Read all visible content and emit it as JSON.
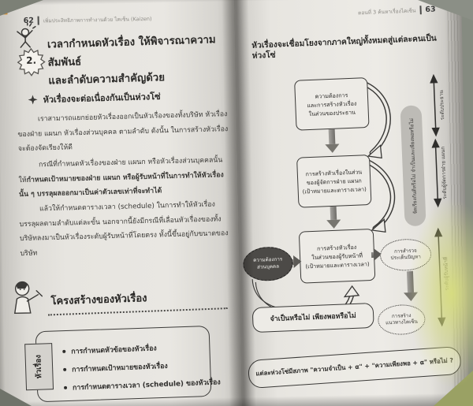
{
  "book": {
    "left_page": {
      "page_number": "62",
      "running_header": "เพิ่มประสิทธิภาพการทำงานด้วย ไคเซ็น (Kaizen)",
      "section_number": "2.",
      "heading_line1": "เวลากำหนดหัวเรื่อง ให้พิจารณาความสัมพันธ์",
      "heading_line2": "และลำดับความสำคัญด้วย",
      "subheading": "หัวเรื่องจะต่อเนื่องกันเป็นห่วงโซ่",
      "paragraph1": "เราสามารถแยกย่อยหัวเรื่องออกเป็นหัวเรื่องของทั้งบริษัท หัวเรื่องของฝ่าย แผนก หัวเรื่องส่วนบุคคล ตามลำดับ ดังนั้น ในการสร้างหัวเรื่องจะต้องจัดเรียงให้ดี",
      "paragraph2_normal": "กรณีที่กำหนดหัวเรื่องของฝ่าย แผนก หรือหัวเรื่องส่วนบุคคลนั้น ให้",
      "paragraph2_bold": "กำหนดเป้าหมายของฝ่าย แผนก หรือผู้รับหน้าที่ในการทำให้หัวเรื่องนั้น ๆ บรรลุผลออกมาเป็นค่าตัวเลขเท่าที่จะทำได้",
      "paragraph3": "แล้วให้กำหนดตารางเวลา (schedule) ในการทำให้หัวเรื่องบรรลุผลตามลำดับแต่ละขั้น นอกจากนี้ยังมีกรณีที่เลื่อนหัวเรื่องของทั้งบริษัทลงมาเป็นหัวเรื่องระดับผู้รับหน้าที่โดยตรง ทั้งนี้ขึ้นอยู่กับขนาดของบริษัท",
      "structure_section_title": "โครงสร้างของหัวเรื่อง",
      "structure_box_tab": "หัวเรื่อง",
      "structure_bullets": [
        "การกำหนดหัวข้อของหัวเรื่อง",
        "การกำหนดเป้าหมายของหัวเรื่อง",
        "การกำหนดตารางเวลา (schedule) ของหัวเรื่อง"
      ]
    },
    "right_page": {
      "running_header": "ตอนที่ 3 ค้นหาเรื่องไคเซ็น",
      "page_number": "63",
      "title": "หัวเรื่องจะเชื่อมโยงจากภาคใหญ่ทั้งหมดสู่แต่ละคนเป็นห่วงโซ่",
      "diagram": {
        "box_president": "ความต้องการ\nและการสร้างหัวเรื่อง\nในส่วนของประธาน",
        "box_manager": "การสร้างหัวเรื่องในส่วน\nของผู้จัดการฝ่าย แผนก\n(เป้าหมายและตารางเวลา)",
        "box_staff": "การสร้างหัวเรื่อง\nในส่วนของผู้รับหน้าที่\n(เป้าหมายและตารางเวลา)",
        "ellipse_personal_needs": "ความต้องการ\nส่วนบุคคล",
        "ellipse_survey": "การสำรวจ\nประเด็นปัญหา",
        "ellipse_kaizen_direction": "การสร้าง\nแนวทางไคเซ็น",
        "box_necessary": "จำเป็นหรือไม่ เพียงพอหรือไม่",
        "pill_note": "จัดเรียงกันดีหรือไม่ จำเป็นและเพียงพอหรือไม่",
        "level_president": "ระดับประธาน",
        "level_manager": "ระดับผู้จัดการฝ่าย แผนก",
        "level_staff": "ระดับผู้รับหน้าที่"
      },
      "caption": "แต่ละห่วงโซ่มีสภาพ \"ความจำเป็น + α\" + \"ความเพียงพอ + α\" หรือไม่ ?"
    },
    "colors": {
      "paper": "#e9e7e2",
      "backdrop": "#868b81",
      "glow": "#d7dd7d",
      "accent_tab": "#d28a2c",
      "ink": "#2e2d2b",
      "dark_ellipse": "#4c4a47",
      "pill_gray": "#bdbbb6"
    },
    "icons": {
      "cheering_person": "cheering-person-icon",
      "starburst_badge": "starburst-badge-icon",
      "sparkle": "sparkle-icon",
      "presenter_person": "presenter-person-icon",
      "sphere_bullet": "sphere-bullet-icon"
    }
  }
}
